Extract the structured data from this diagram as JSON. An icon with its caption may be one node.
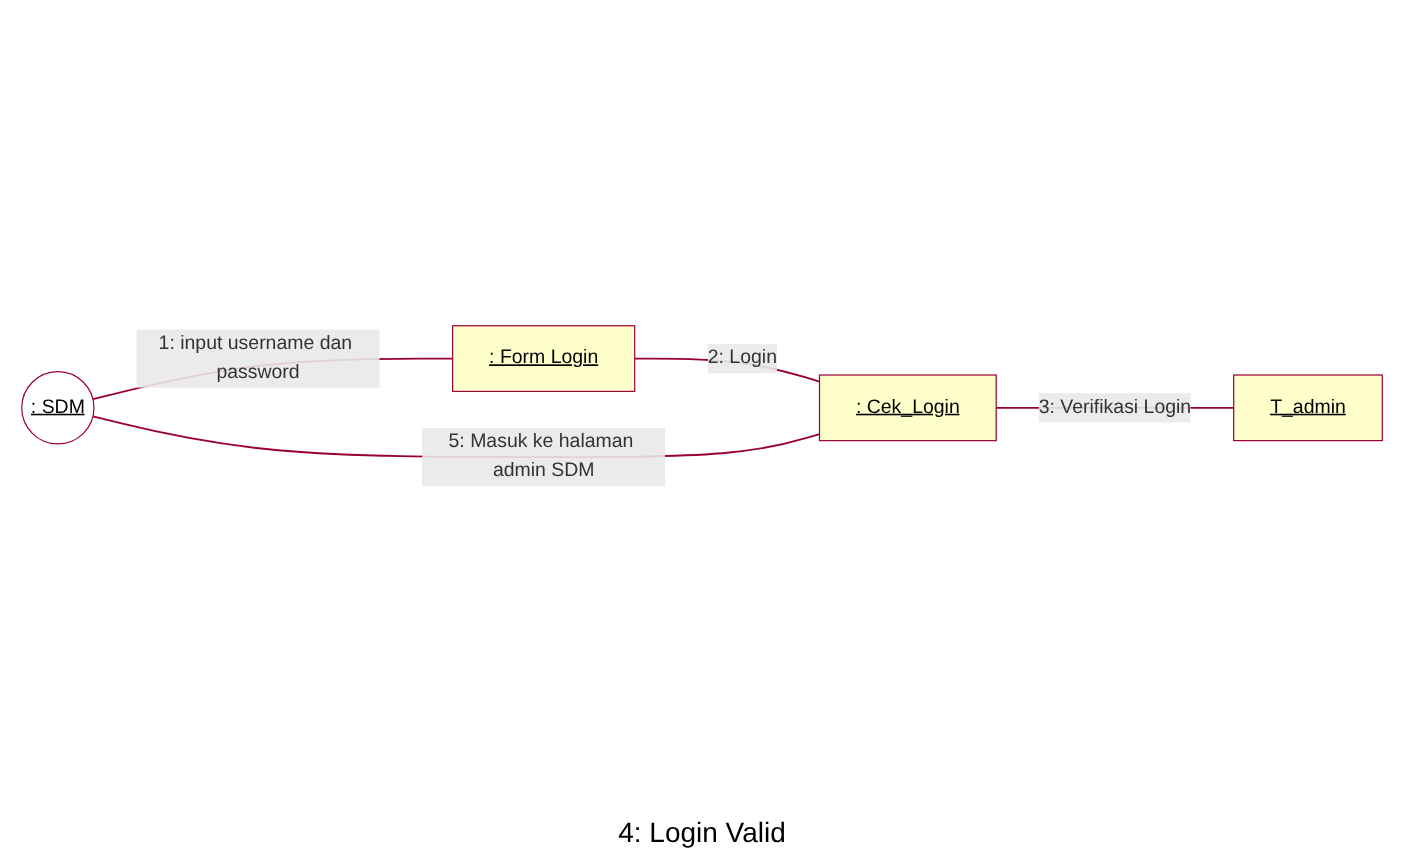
{
  "diagram": {
    "nodes": [
      {
        "text": [
          ": SDM"
        ]
      },
      {
        "text": [
          ": Form Login"
        ]
      },
      {
        "text": [
          ": Cek_Login"
        ]
      },
      {
        "text": [
          "T_admin"
        ]
      }
    ],
    "edges": [
      {
        "from": 0,
        "to": 1,
        "arrow": "none",
        "label": "1: input username dan password"
      },
      {
        "from": 1,
        "to": 2,
        "arrow": "none",
        "label": "2: Login"
      },
      {
        "from": 2,
        "to": 3,
        "arrow": "none",
        "label": "3: Verifikasi Login"
      },
      {
        "from": 2,
        "to": 0,
        "arrow": "none",
        "label": "5: Masuk ke halaman admin SDM"
      }
    ],
    "labels": [
      "4: Login Valid"
    ]
  }
}
